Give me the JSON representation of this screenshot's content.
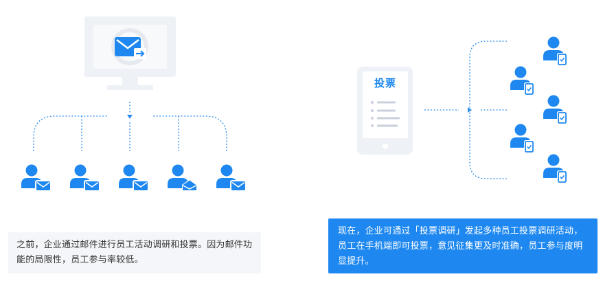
{
  "colors": {
    "accent": "#1e88f0",
    "line": "#2a8cf0",
    "device": "#eef1f5",
    "device_inner": "#f7f9fb",
    "caption_bg": "#f4f6f9",
    "caption_text": "#333333"
  },
  "left_panel": {
    "monitor_icon": "monitor-with-mail-icon",
    "recipients": [
      {
        "icon": "user-mail-icon"
      },
      {
        "icon": "user-mail-icon"
      },
      {
        "icon": "user-mail-icon"
      },
      {
        "icon": "user-mail-open-icon"
      },
      {
        "icon": "user-mail-icon"
      }
    ],
    "caption": "之前，企业通过邮件进行员工活动调研和投票。因为邮件功能的局限性，员工参与率较低。"
  },
  "right_panel": {
    "phone_title": "投票",
    "phone_icon": "phone-list-icon",
    "recipients": [
      {
        "icon": "user-phone-icon"
      },
      {
        "icon": "user-phone-icon"
      },
      {
        "icon": "user-phone-icon"
      },
      {
        "icon": "user-phone-icon"
      },
      {
        "icon": "user-phone-icon"
      },
      {
        "icon": "user-phone-icon"
      }
    ],
    "caption": "现在，企业可通过「投票调研」发起多种员工投票调研活动，员工在手机端即可投票，意见征集更及时准确，员工参与度明显提升。"
  }
}
